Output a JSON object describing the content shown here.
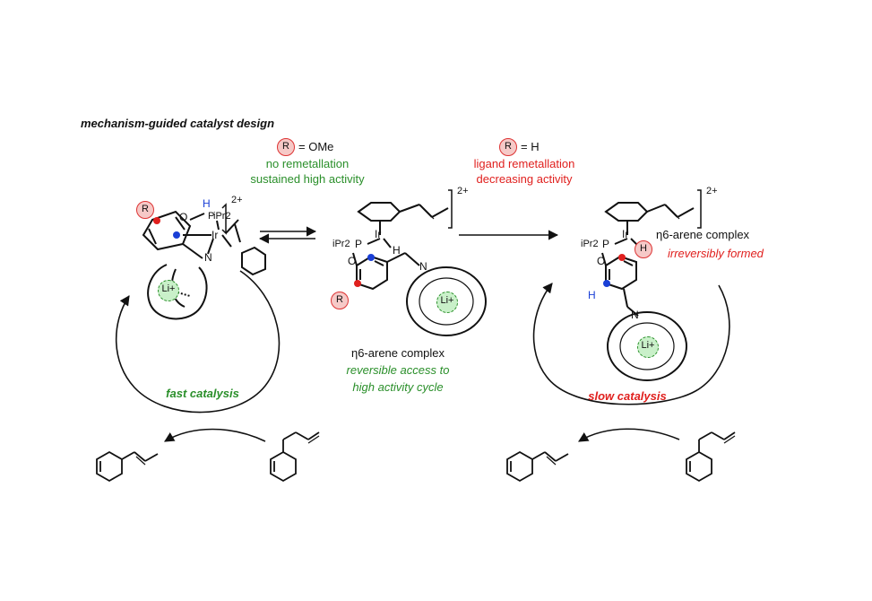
{
  "title": "mechanism-guided catalyst design",
  "left_condition": {
    "r_label": "R",
    "r_value": "= OMe",
    "line1": "no remetallation",
    "line2": "sustained high activity"
  },
  "right_condition": {
    "r_label": "R",
    "r_value": "= H",
    "line1": "ligand remetallation",
    "line2": "decreasing activity"
  },
  "labels": {
    "charge": "2+",
    "ipr2": "iPr2",
    "p": "P",
    "ir": "Ir",
    "o": "O",
    "n": "N",
    "h": "H",
    "li": "Li+",
    "r": "R"
  },
  "middle_complex": {
    "line1": "η6-arene complex",
    "line2": "reversible access to",
    "line3": "high activity cycle"
  },
  "right_complex": {
    "line1": "η6-arene complex",
    "line2": "irreversibly formed"
  },
  "left_cycle_label": "fast catalysis",
  "right_cycle_label": "slow catalysis",
  "colors": {
    "green": "#2a8f2a",
    "red": "#e0201e",
    "blue": "#1a3fd6",
    "r_fill": "#f6c9c7",
    "li_fill": "#c9f0c9"
  }
}
